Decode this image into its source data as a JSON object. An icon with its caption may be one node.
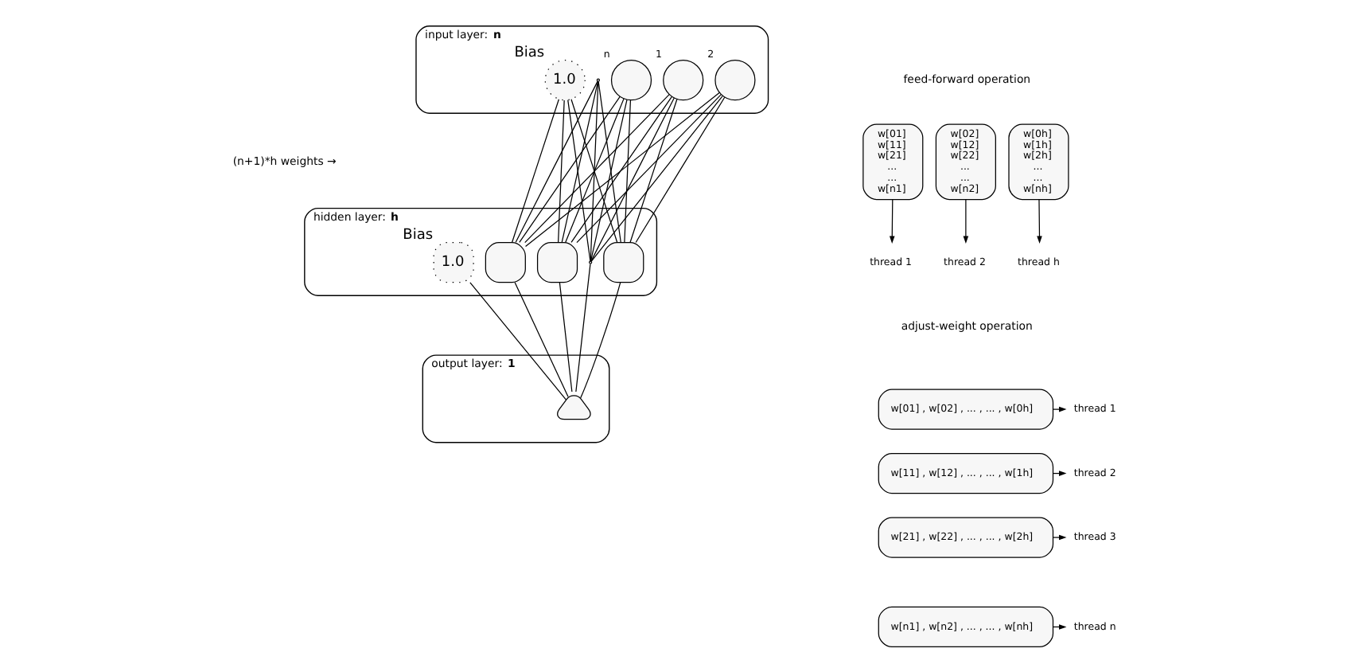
{
  "diagram": {
    "nodes": [
      {
        "text": [
          "input layer: **n**"
        ]
      },
      {
        "text": [
          "1.0"
        ],
        "in": 0,
        "beside": [
          "Bias"
        ]
      },
      {
        "text": [],
        "shape": "circle",
        "in": 0,
        "beside": [
          "1"
        ]
      },
      {
        "text": [],
        "shape": "circle",
        "in": 0,
        "beside": [
          "2"
        ]
      },
      {
        "text": [],
        "shape": "dots",
        "in": 0
      },
      {
        "text": [],
        "shape": "circle",
        "in": 0,
        "beside": [
          "n"
        ]
      },
      {
        "text": [
          "hidden layer: **h**"
        ]
      },
      {
        "text": [
          "1.0"
        ],
        "in": 6,
        "beside": [
          "Bias"
        ]
      },
      {
        "text": [],
        "shape": "box",
        "in": 6
      },
      {
        "text": [],
        "shape": "box",
        "in": 6
      },
      {
        "text": [],
        "shape": "dots",
        "in": 6
      },
      {
        "text": [],
        "shape": "box",
        "in": 6
      },
      {
        "text": [
          "output layer: **1**"
        ]
      },
      {
        "text": [],
        "shape": "triangle",
        "in": 12
      },
      {
        "text": [
          "w[01] w[11] w[21] ... ... w[n1]"
        ]
      },
      {
        "text": [
          "w[02] w[12] w[22] ... ... w[n2]"
        ]
      },
      {
        "text": [
          "w[0h] w[1h] w[2h] ... ... w[nh]"
        ]
      },
      {
        "text": [
          "thread 1"
        ]
      },
      {
        "text": [
          "thread 2"
        ]
      },
      {
        "text": [
          "thread h"
        ]
      },
      {
        "text": [
          "w[01] , w[02] , ... , ... , w[0h]"
        ]
      },
      {
        "text": [
          "thread 1"
        ]
      },
      {
        "text": [
          "w[11] , w[12] , ... , ... , w[1h]"
        ]
      },
      {
        "text": [
          "thread 2"
        ]
      },
      {
        "text": [
          "w[21] , w[22] , ... , ... , w[2h]"
        ]
      },
      {
        "text": [
          "thread 3"
        ]
      },
      {
        "text": [
          "w[n1] , w[n2] , ... , ... , w[nh]"
        ]
      },
      {
        "text": [
          "thread n"
        ]
      }
    ],
    "edges": [
      {
        "from": 1,
        "to": 8,
        "arrow": "none"
      },
      {
        "from": 1,
        "to": 9,
        "arrow": "none"
      },
      {
        "from": 1,
        "to": 10,
        "arrow": "none"
      },
      {
        "from": 1,
        "to": 11,
        "arrow": "none"
      },
      {
        "from": 2,
        "to": 8,
        "arrow": "none"
      },
      {
        "from": 2,
        "to": 9,
        "arrow": "none"
      },
      {
        "from": 2,
        "to": 10,
        "arrow": "none"
      },
      {
        "from": 2,
        "to": 11,
        "arrow": "none"
      },
      {
        "from": 3,
        "to": 8,
        "arrow": "none"
      },
      {
        "from": 3,
        "to": 9,
        "arrow": "none"
      },
      {
        "from": 3,
        "to": 10,
        "arrow": "none"
      },
      {
        "from": 3,
        "to": 11,
        "arrow": "none"
      },
      {
        "from": 4,
        "to": 8,
        "arrow": "none"
      },
      {
        "from": 4,
        "to": 9,
        "arrow": "none"
      },
      {
        "from": 4,
        "to": 10,
        "arrow": "none"
      },
      {
        "from": 4,
        "to": 11,
        "arrow": "none"
      },
      {
        "from": 5,
        "to": 8,
        "arrow": "none"
      },
      {
        "from": 5,
        "to": 9,
        "arrow": "none"
      },
      {
        "from": 5,
        "to": 10,
        "arrow": "none"
      },
      {
        "from": 5,
        "to": 11,
        "arrow": "none"
      },
      {
        "from": 7,
        "to": 13,
        "arrow": "none"
      },
      {
        "from": 8,
        "to": 13,
        "arrow": "none"
      },
      {
        "from": 9,
        "to": 13,
        "arrow": "none"
      },
      {
        "from": 10,
        "to": 13,
        "arrow": "none"
      },
      {
        "from": 11,
        "to": 13,
        "arrow": "none"
      },
      {
        "from": 14,
        "to": 17,
        "arrow": "to"
      },
      {
        "from": 15,
        "to": 18,
        "arrow": "to"
      },
      {
        "from": 16,
        "to": 19,
        "arrow": "to"
      },
      {
        "from": 20,
        "to": 21,
        "arrow": "to"
      },
      {
        "from": 22,
        "to": 23,
        "arrow": "to"
      },
      {
        "from": 24,
        "to": 25,
        "arrow": "to"
      },
      {
        "from": 26,
        "to": 27,
        "arrow": "to"
      }
    ],
    "labels": [
      "(n+1)*h weights →",
      "feed-forward operation",
      "adjust-weight operation"
    ]
  }
}
